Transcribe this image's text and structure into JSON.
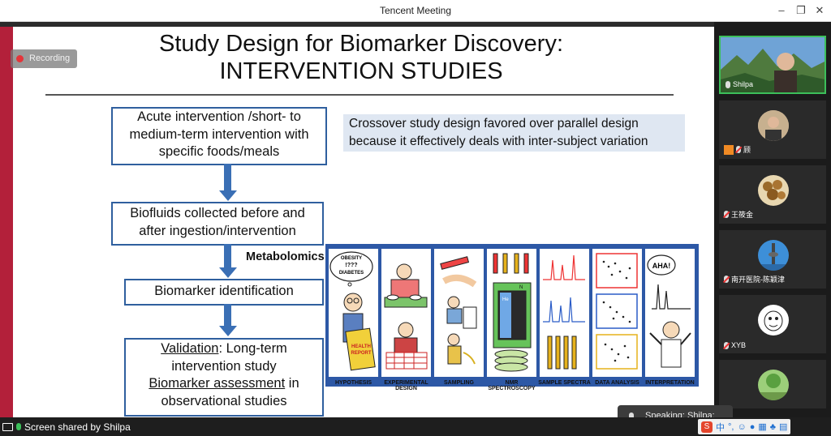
{
  "window": {
    "title": "Tencent Meeting"
  },
  "recording": {
    "label": "Recording"
  },
  "slide": {
    "title_line1": "Study Design for Biomarker Discovery:",
    "title_line2": "INTERVENTION STUDIES",
    "flow": {
      "box1": [
        "Acute intervention /short- to",
        "medium-term intervention with",
        "specific  foods/meals"
      ],
      "box2": [
        "Biofluids collected before and",
        "after ingestion/intervention"
      ],
      "box3": "Biomarker identification",
      "box4": {
        "line1_underlined": "Validation",
        "line1_rest": ": Long-term",
        "line2": "intervention study",
        "line3_underlined": "Biomarker assessment",
        "line3_rest": " in",
        "line4": "observational studies"
      }
    },
    "note": [
      "Crossover study design favored over parallel design",
      "because it effectively deals with inter-subject variation"
    ],
    "metabolomics_label": "Metabolomics",
    "illustration": {
      "bubble1": [
        "OBESITY",
        "!???",
        "DIABETES"
      ],
      "bubble2": "AHA!",
      "report": [
        "HEALTH",
        "REPORT"
      ],
      "nmr_labels": [
        "He",
        "N"
      ],
      "panel_labels": [
        "HYPOTHESIS",
        "EXPERIMENTAL DESIGN",
        "SAMPLING",
        "NMR SPECTROSCOPY",
        "SAMPLE SPECTRA",
        "DATA ANALYSIS",
        "INTERPRETATION"
      ]
    }
  },
  "participants": [
    {
      "name": "Shilpa",
      "muted": false,
      "icon": "landscape-video-icon"
    },
    {
      "name": "顾",
      "muted": true,
      "icon": "user-photo-icon"
    },
    {
      "name": "王筱金",
      "muted": true,
      "icon": "food-photo-icon"
    },
    {
      "name": "南开医院-陈颖津",
      "muted": true,
      "icon": "tower-photo-icon"
    },
    {
      "name": "XYB",
      "muted": true,
      "icon": "cartoon-avatar-icon"
    },
    {
      "name": "",
      "muted": true,
      "icon": "nature-photo-icon"
    }
  ],
  "status": {
    "share_label": "Screen shared by Shilpa",
    "speaking_label": "Speaking: Shilpa;",
    "ime": "中"
  }
}
